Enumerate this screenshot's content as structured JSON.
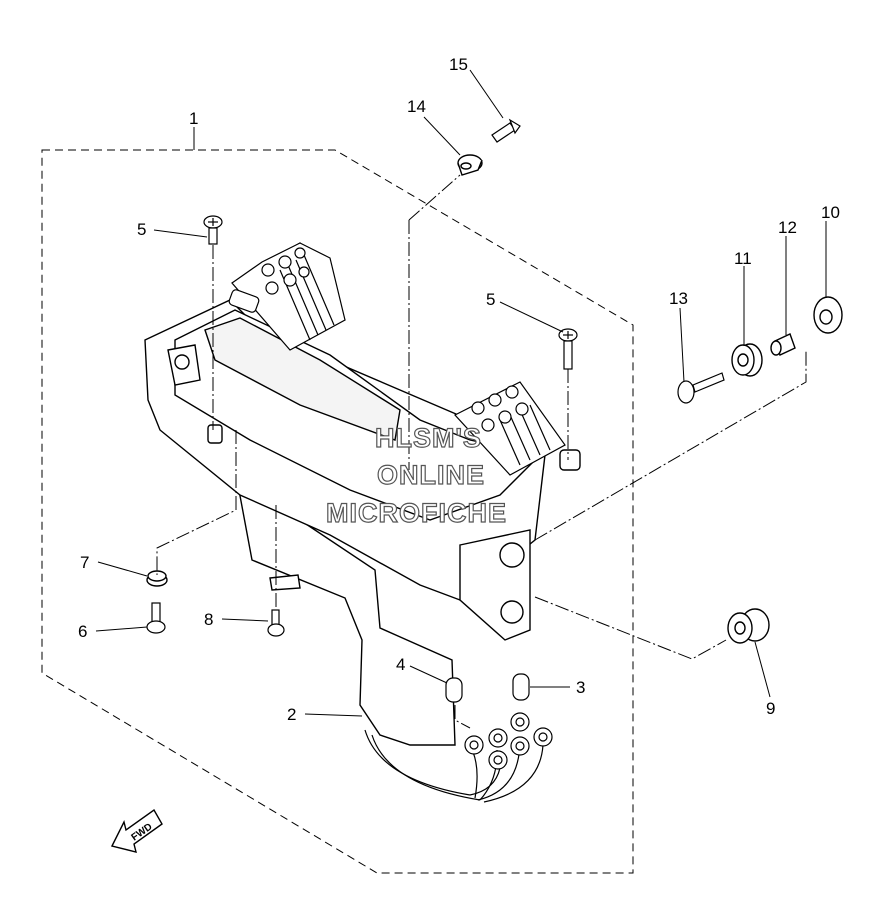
{
  "diagram": {
    "callouts": [
      "1",
      "2",
      "3",
      "4",
      "5",
      "5",
      "6",
      "7",
      "8",
      "9",
      "10",
      "11",
      "12",
      "13",
      "14",
      "15"
    ],
    "fwd_label": "FWD",
    "watermark": [
      "HLSM'S",
      "ONLINE",
      "MICROFICHE"
    ]
  }
}
